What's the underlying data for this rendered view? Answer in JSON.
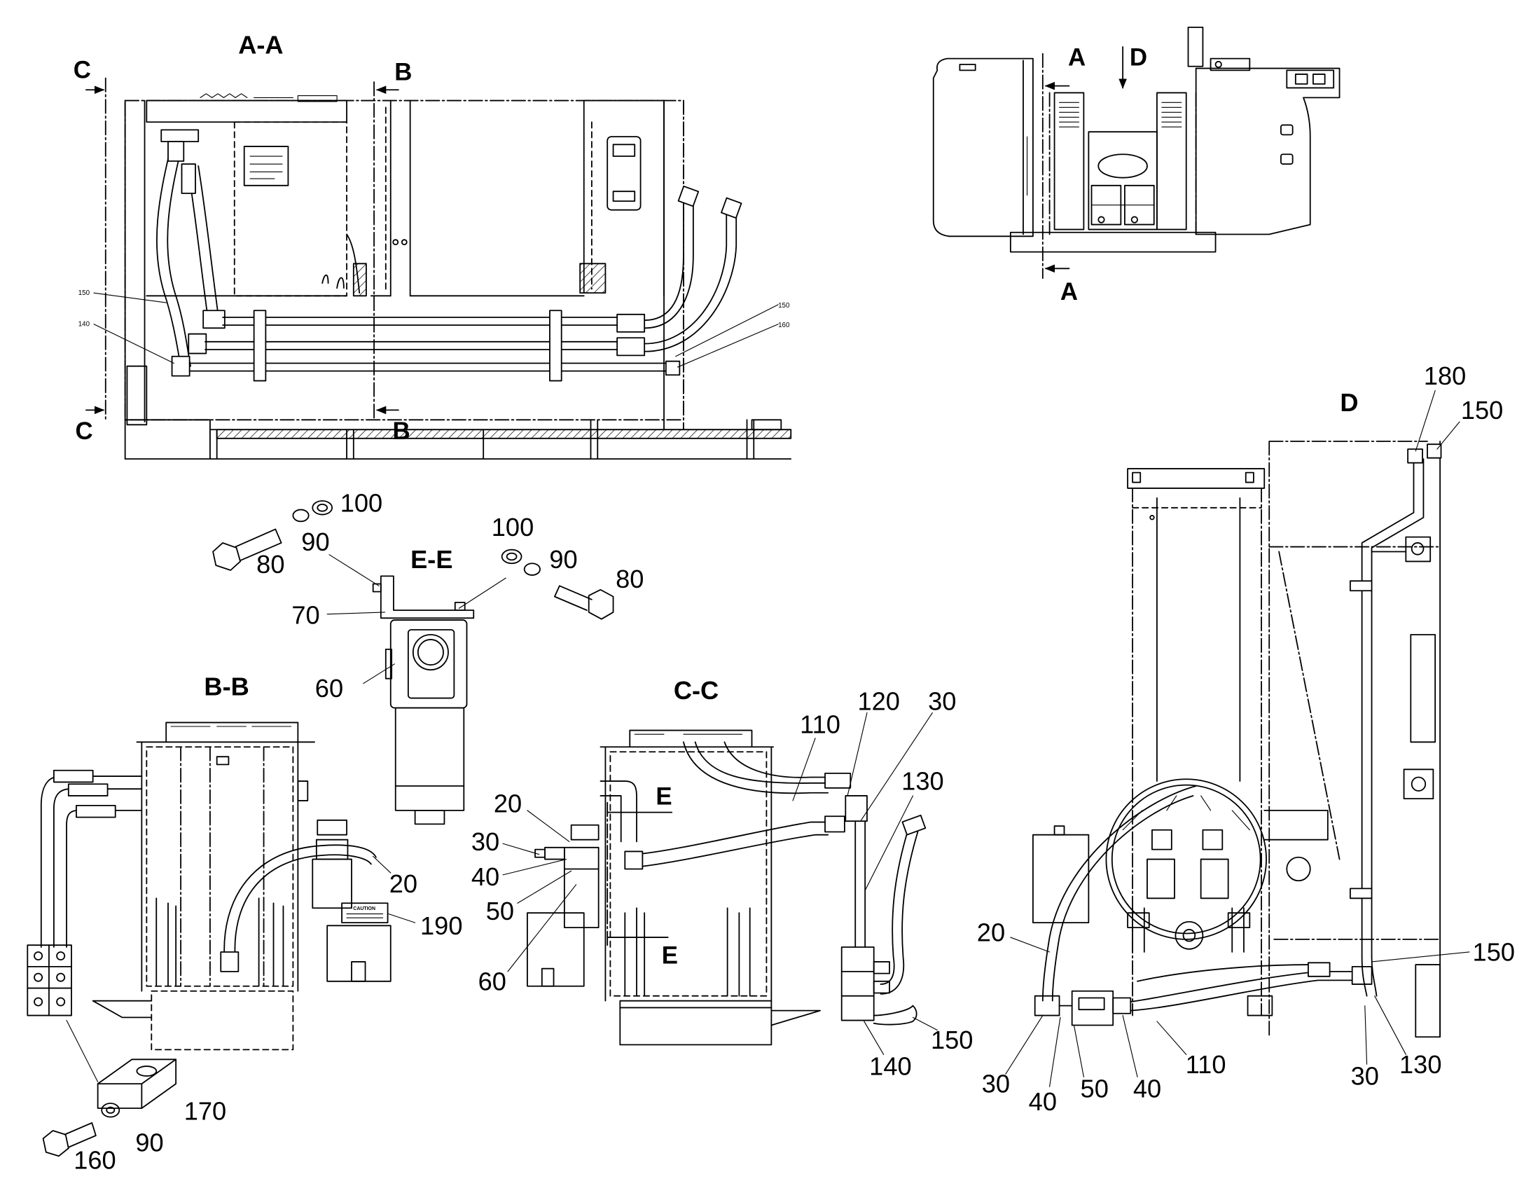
{
  "drawing": {
    "section_aa": {
      "title": "A-A",
      "cut_c_top": "C",
      "cut_c_bottom": "C",
      "cut_b_top": "B",
      "cut_b_bottom": "B",
      "small_callouts": [
        "150",
        "140",
        "150",
        "160"
      ]
    },
    "view_main": {
      "cut_a_top": "A",
      "view_d_arrow": "D",
      "cut_a_bottom": "A"
    },
    "section_ee": {
      "title": "E-E",
      "callouts": [
        "100",
        "90",
        "80",
        "100",
        "90",
        "80",
        "70",
        "60"
      ]
    },
    "section_bb": {
      "title": "B-B",
      "callouts": [
        "20",
        "190",
        "170",
        "90",
        "160"
      ],
      "plate_text": "CAUTION"
    },
    "section_cc": {
      "title": "C-C",
      "cut_e_top": "E",
      "cut_e_bottom": "E",
      "callouts": [
        "110",
        "120",
        "30",
        "130",
        "20",
        "30",
        "40",
        "50",
        "60",
        "140",
        "150"
      ]
    },
    "view_d": {
      "title": "D",
      "callouts": [
        "180",
        "150",
        "20",
        "150",
        "30",
        "40",
        "50",
        "40",
        "110",
        "30",
        "130"
      ]
    }
  }
}
